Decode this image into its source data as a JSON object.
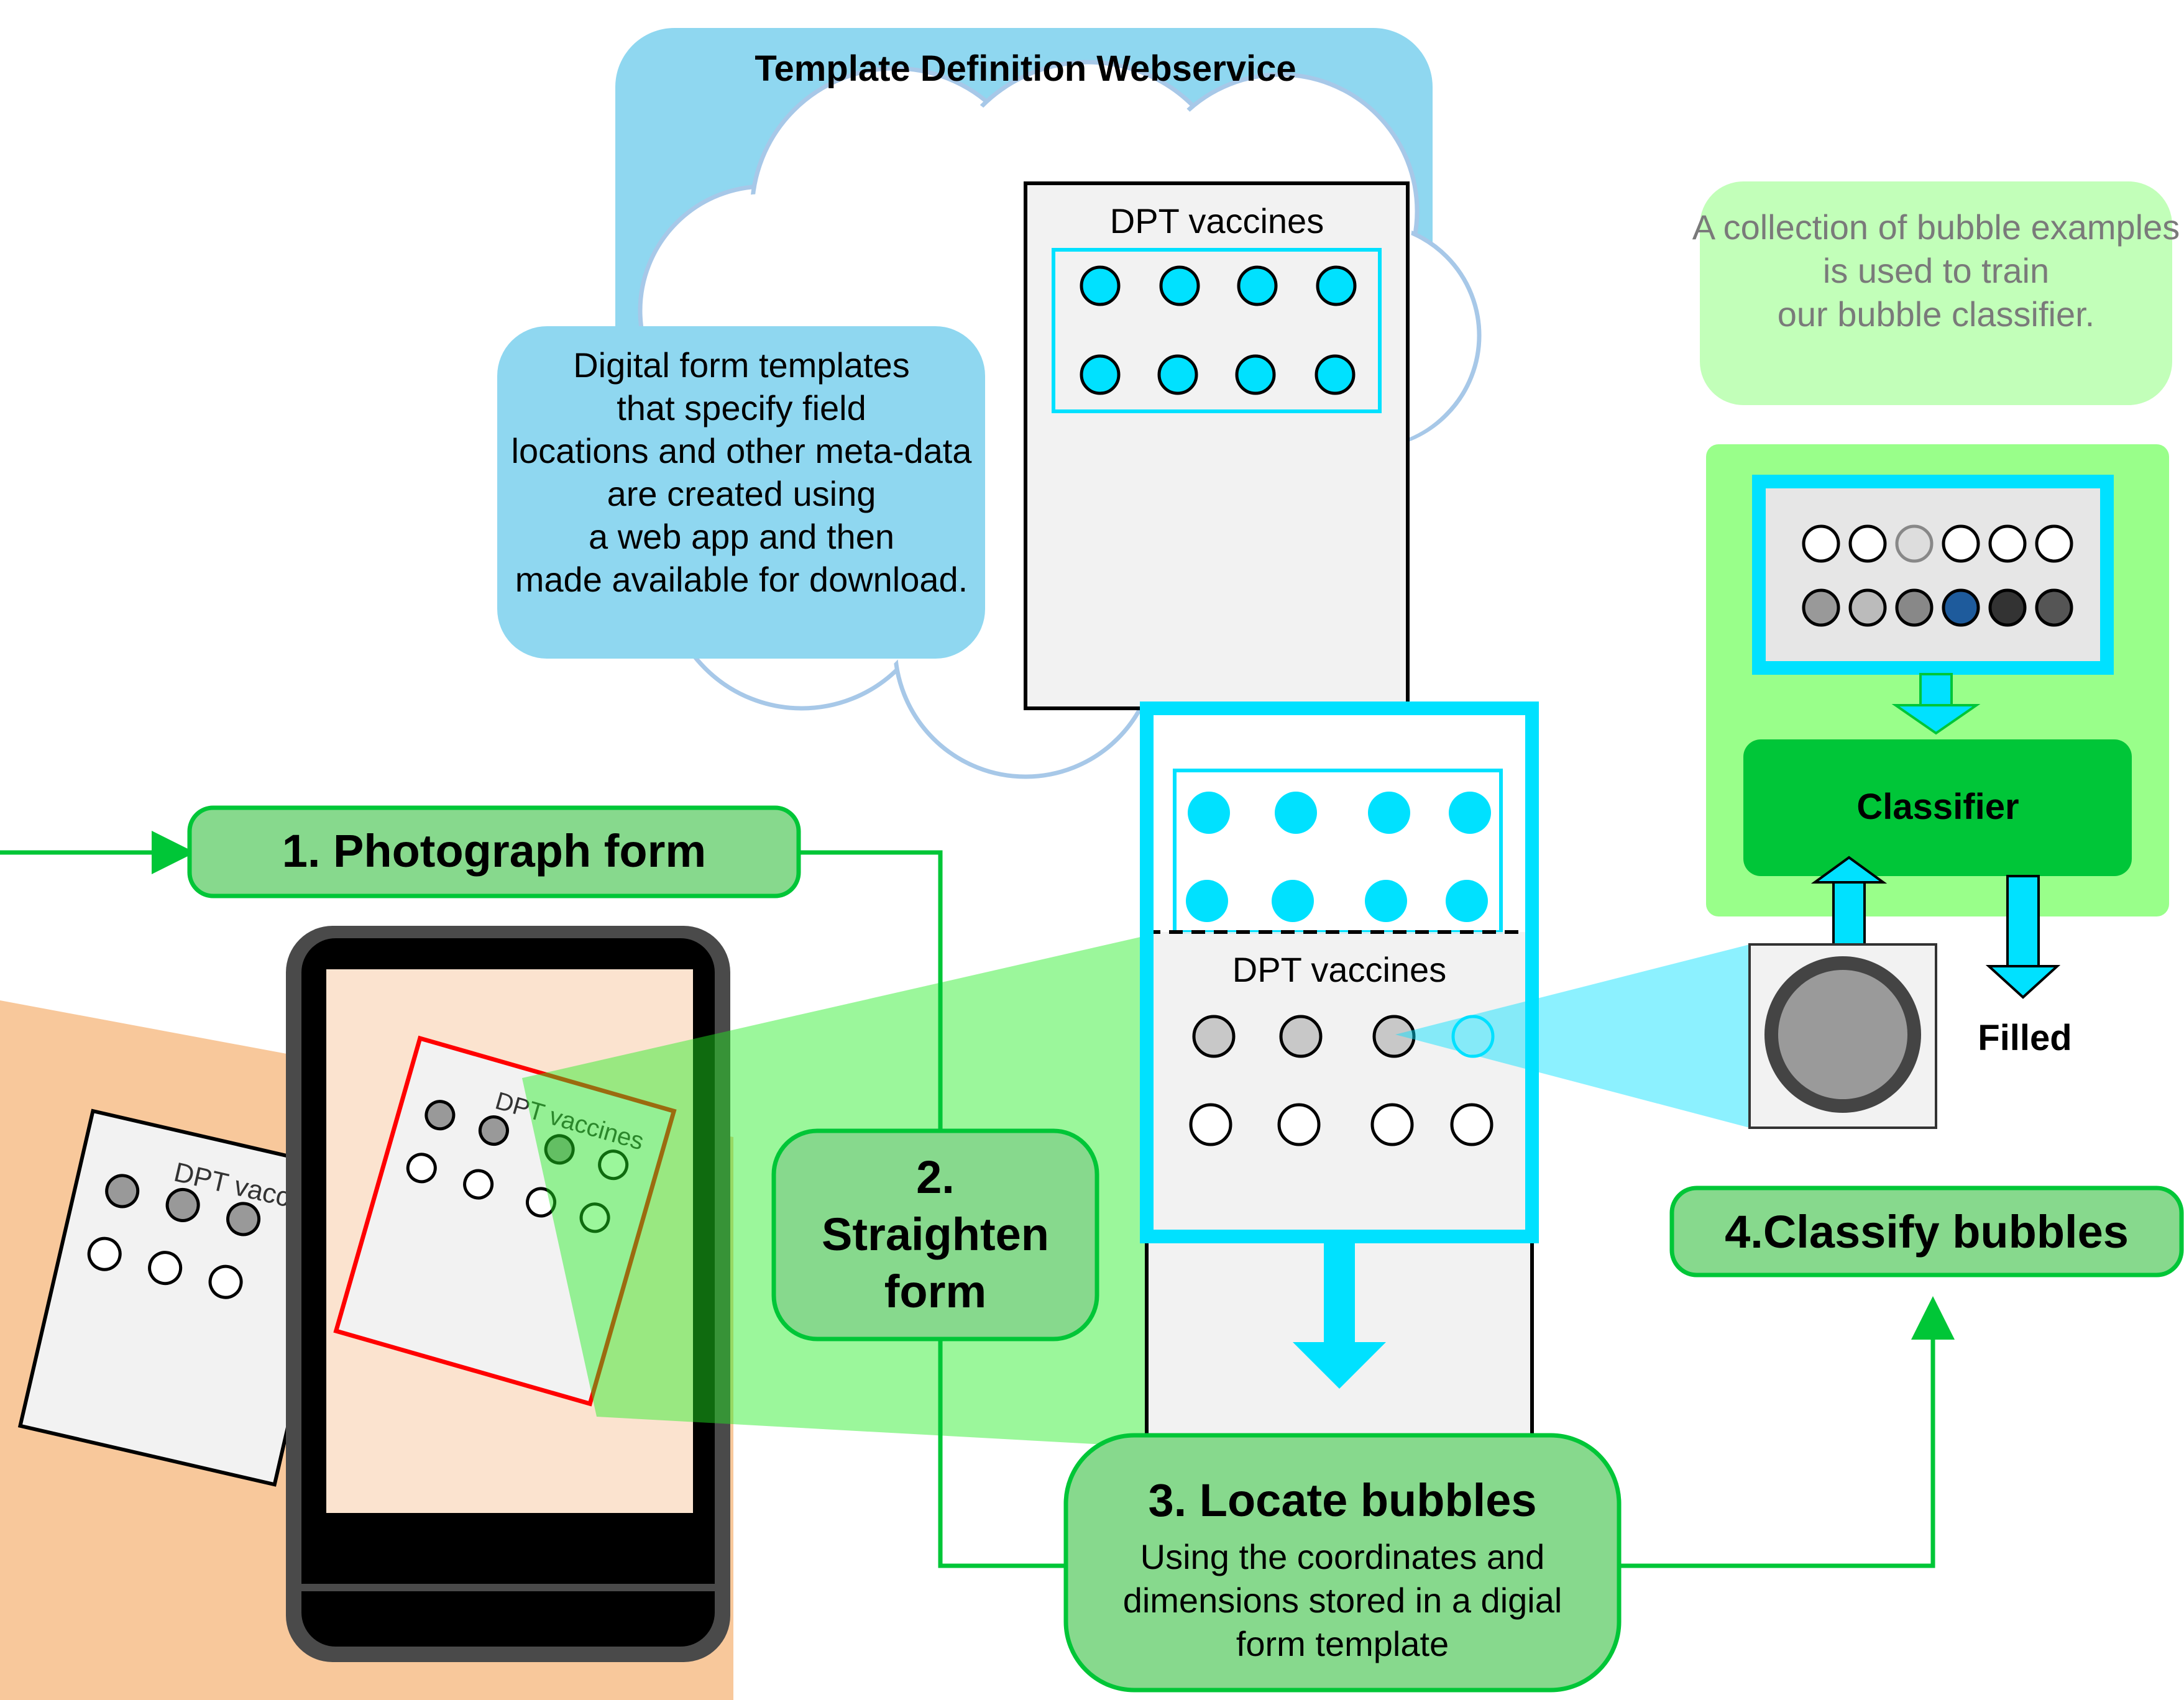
{
  "service": {
    "title": "Template Definition Webservice",
    "note": "Digital form templates that specify field locations and other meta-data are created using a web app and then made available for download."
  },
  "template_form": {
    "title": "DPT vaccines"
  },
  "steps": {
    "photograph": "1. Photograph form",
    "straighten": "2. Straighten form",
    "locate_title": "3. Locate bubbles",
    "locate_desc": "Using the coordinates and dimensions stored in a digial form template",
    "classify": "4.Classify bubbles"
  },
  "paper_form": {
    "title": "DPT vacc"
  },
  "phone_form": {
    "title": "DPT vaccines"
  },
  "located_form": {
    "title": "DPT vaccines"
  },
  "classifier": {
    "note": "A collection of bubble examples is used to train our bubble classifier.",
    "label": "Classifier",
    "output": "Filled"
  },
  "colors": {
    "cloud": "#8FD7F0",
    "cloud_outline": "#A7C8E8",
    "cyan": "#00E1FF",
    "green_box": "#87D98D",
    "green_border": "#00C637",
    "light_green": "#99FF8A",
    "dark_green": "#00C638",
    "peach": "#F8C89B",
    "red": "#FF0000"
  }
}
